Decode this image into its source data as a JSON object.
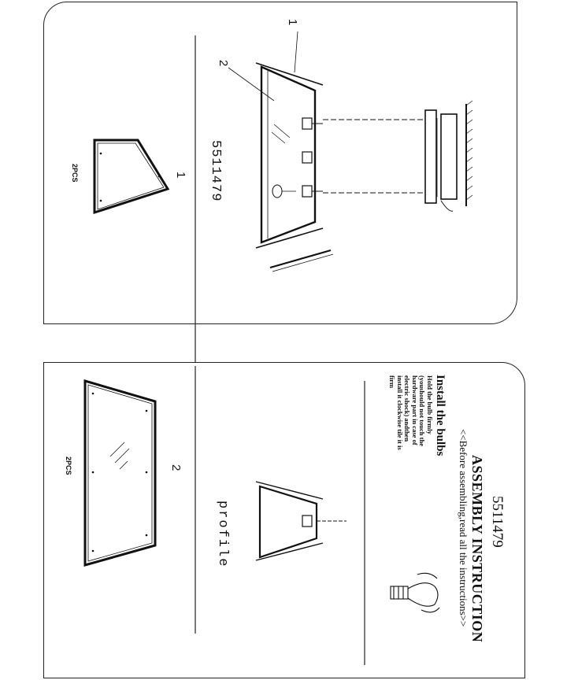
{
  "header": {
    "model": "5511479",
    "title": "ASSEMBLY INSTRUCTION",
    "subtitle": "<<Before assembling,read all the instructions>>"
  },
  "section": {
    "title": "Install the bulbs",
    "body": "Hold the bulb firmly (youshould not touch the hardware part in case of electric shock) andthen install it clockwise tile it is firm"
  },
  "profile_label": "profile",
  "diagram": {
    "model": "5511479",
    "callout_1": "1",
    "callout_2": "2"
  },
  "parts": [
    {
      "number": "1",
      "quantity": "2PCS"
    },
    {
      "number": "2",
      "quantity": "2PCS"
    }
  ]
}
